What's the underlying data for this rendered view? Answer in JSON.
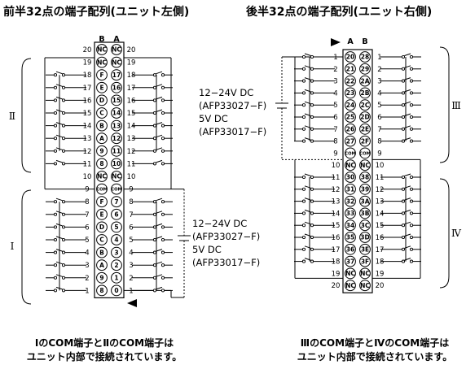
{
  "left": {
    "title": "前半32点の端子配列(ユニット左側)",
    "col_labels": [
      "B",
      "A"
    ],
    "group_upper": "Ⅱ",
    "group_lower": "Ⅰ",
    "voltage_lines": [
      "12−24V DC",
      "(AFP33027−F)",
      "5V DC",
      "(AFP33017−F)"
    ],
    "note_lines": [
      "ⅠのCOM端子とⅡのCOM端子は",
      "ユニット内部で接続されています。"
    ],
    "rows": [
      {
        "n": "20",
        "b": "NC",
        "a": "NC"
      },
      {
        "n": "19",
        "b": "NC",
        "a": "NC"
      },
      {
        "n": "18",
        "b": "F",
        "a": "17"
      },
      {
        "n": "17",
        "b": "E",
        "a": "16"
      },
      {
        "n": "16",
        "b": "D",
        "a": "15"
      },
      {
        "n": "15",
        "b": "C",
        "a": "14"
      },
      {
        "n": "14",
        "b": "B",
        "a": "13"
      },
      {
        "n": "13",
        "b": "A",
        "a": "12"
      },
      {
        "n": "12",
        "b": "9",
        "a": "11"
      },
      {
        "n": "11",
        "b": "8",
        "a": "10"
      },
      {
        "n": "10",
        "b": "NC",
        "a": "NC"
      },
      {
        "n": "9",
        "b": "COM",
        "a": "COM"
      },
      {
        "n": "8",
        "b": "F",
        "a": "7"
      },
      {
        "n": "7",
        "b": "E",
        "a": "6"
      },
      {
        "n": "6",
        "b": "D",
        "a": "5"
      },
      {
        "n": "5",
        "b": "C",
        "a": "4"
      },
      {
        "n": "4",
        "b": "B",
        "a": "3"
      },
      {
        "n": "3",
        "b": "A",
        "a": "2"
      },
      {
        "n": "2",
        "b": "9",
        "a": "1"
      },
      {
        "n": "1",
        "b": "8",
        "a": "0"
      }
    ]
  },
  "right": {
    "title": "後半32点の端子配列(ユニット右側)",
    "col_labels": [
      "A",
      "B"
    ],
    "group_upper": "Ⅲ",
    "group_lower": "Ⅳ",
    "voltage_lines": [
      "12−24V DC",
      "(AFP33027−F)",
      "5V DC",
      "(AFP33017−F)"
    ],
    "note_lines": [
      "ⅢのCOM端子とⅣのCOM端子は",
      "ユニット内部で接続されています。"
    ],
    "rows": [
      {
        "n": "1",
        "a": "20",
        "b": "28"
      },
      {
        "n": "2",
        "a": "21",
        "b": "29"
      },
      {
        "n": "3",
        "a": "22",
        "b": "2A"
      },
      {
        "n": "4",
        "a": "23",
        "b": "2B"
      },
      {
        "n": "5",
        "a": "24",
        "b": "2C"
      },
      {
        "n": "6",
        "a": "25",
        "b": "2D"
      },
      {
        "n": "7",
        "a": "26",
        "b": "2E"
      },
      {
        "n": "8",
        "a": "27",
        "b": "2F"
      },
      {
        "n": "9",
        "a": "COM",
        "b": "COM"
      },
      {
        "n": "10",
        "a": "NC",
        "b": "NC"
      },
      {
        "n": "11",
        "a": "30",
        "b": "38"
      },
      {
        "n": "12",
        "a": "31",
        "b": "39"
      },
      {
        "n": "13",
        "a": "32",
        "b": "3A"
      },
      {
        "n": "14",
        "a": "33",
        "b": "3B"
      },
      {
        "n": "15",
        "a": "34",
        "b": "3C"
      },
      {
        "n": "16",
        "a": "35",
        "b": "3D"
      },
      {
        "n": "17",
        "a": "36",
        "b": "3E"
      },
      {
        "n": "18",
        "a": "37",
        "b": "3F"
      },
      {
        "n": "19",
        "a": "NC",
        "b": "NC"
      },
      {
        "n": "20",
        "a": "NC",
        "b": "NC"
      }
    ]
  }
}
